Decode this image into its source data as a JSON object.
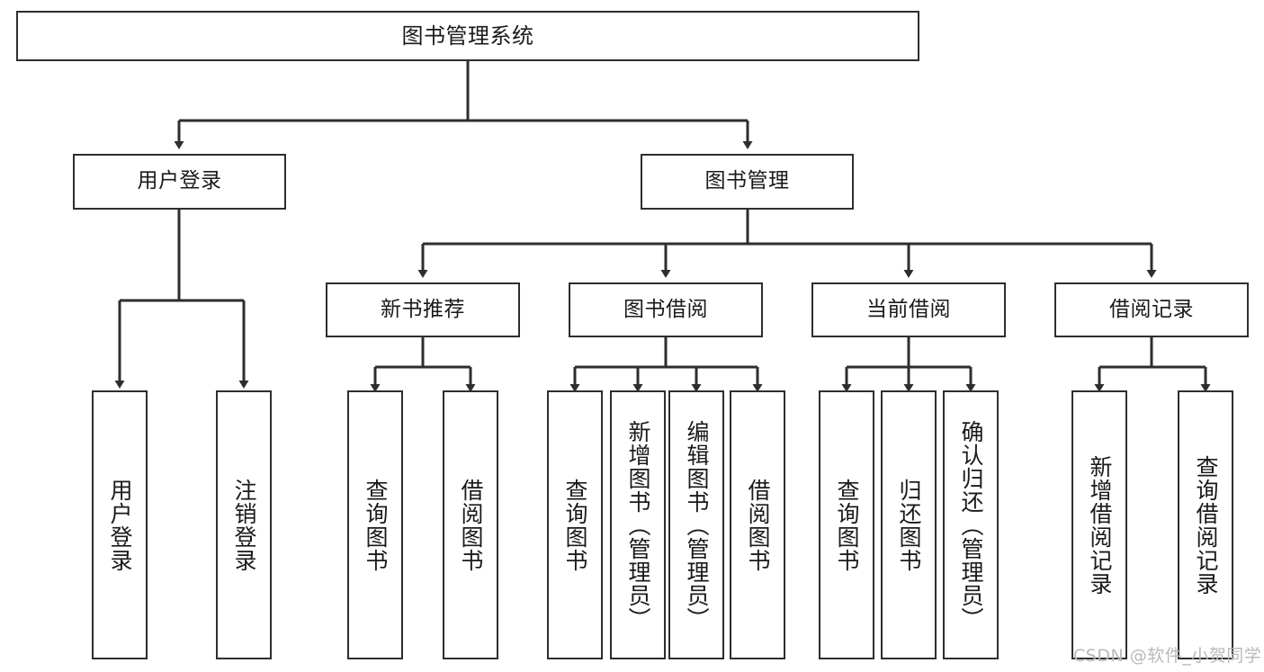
{
  "diagram": {
    "title": "图书管理系统",
    "type": "tree-hierarchy",
    "watermark": "CSDN @软件_小贺同学",
    "edge_color": "#2e2e2e",
    "box_border_color": "#2e2e2e",
    "box_fill_color": "#ffffff",
    "text_color": "#1a1a1a",
    "watermark_color": "#b9b9b9"
  },
  "nodes": {
    "root": {
      "label": "图书管理系统"
    },
    "level2": [
      {
        "label": "用户登录"
      },
      {
        "label": "图书管理"
      }
    ],
    "level3": [
      {
        "label": "新书推荐"
      },
      {
        "label": "图书借阅"
      },
      {
        "label": "当前借阅"
      },
      {
        "label": "借阅记录"
      }
    ],
    "leaves": {
      "user_login": [
        {
          "label": "用户登录"
        },
        {
          "label": "注销登录"
        }
      ],
      "new_book_recommend": [
        {
          "label": "查询图书"
        },
        {
          "label": "借阅图书"
        }
      ],
      "book_borrow": [
        {
          "label": "查询图书"
        },
        {
          "label": "新增图书（管理员）"
        },
        {
          "label": "编辑图书（管理员）"
        },
        {
          "label": "借阅图书"
        }
      ],
      "current_borrow": [
        {
          "label": "查询图书"
        },
        {
          "label": "归还图书"
        },
        {
          "label": "确认归还（管理员）"
        }
      ],
      "borrow_records": [
        {
          "label": "新增借阅记录"
        },
        {
          "label": "查询借阅记录"
        }
      ]
    }
  }
}
